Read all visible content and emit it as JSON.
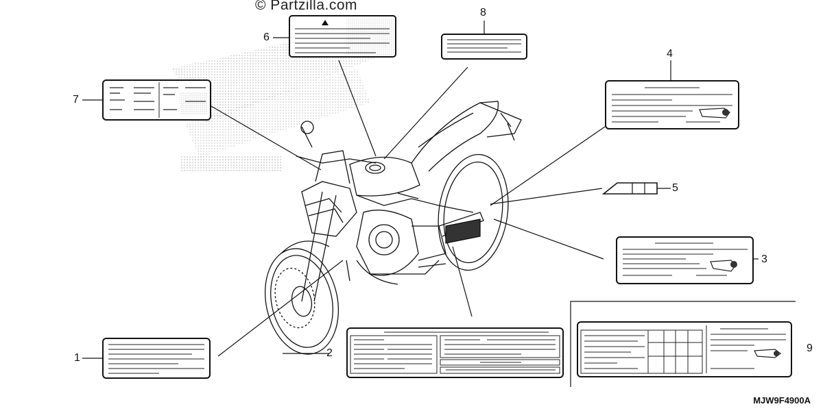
{
  "watermark": "© Partzilla.com",
  "diagram_code": "MJW9F4900A",
  "callouts": [
    "1",
    "2",
    "3",
    "4",
    "5",
    "6",
    "7",
    "8",
    "9"
  ]
}
